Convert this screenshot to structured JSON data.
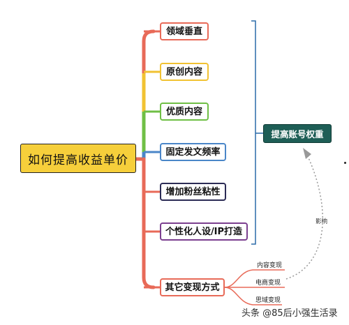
{
  "root": "如何提高收益单价",
  "branches": [
    {
      "label": "领域垂直",
      "color": "#e86a58"
    },
    {
      "label": "原创内容",
      "color": "#f1c232"
    },
    {
      "label": "优质内容",
      "color": "#6fbf45"
    },
    {
      "label": "固定发文频率",
      "color": "#4a86c8"
    },
    {
      "label": "增加粉丝粘性",
      "color": "#2b2b55"
    },
    {
      "label": "个性化人设/IP打造",
      "color": "#7b3f8f"
    },
    {
      "label": "其它变现方式",
      "color": "#e86a58"
    }
  ],
  "result": "提高账号权重",
  "monetization": [
    "内容变现",
    "电商变现",
    "思域变现"
  ],
  "influence_label": "影响",
  "watermark": "头条 @85后小强生活录",
  "colors": {
    "trunk_top": "#e86a58",
    "trunk_yellow": "#f1c232",
    "trunk_green": "#6fbf45",
    "trunk_blue": "#4a86c8",
    "trunk_bottom": "#e86a58",
    "bracket": "#2a6aa8",
    "result_bg": "#1e5e56",
    "root_bg": "#f6cf3b"
  }
}
